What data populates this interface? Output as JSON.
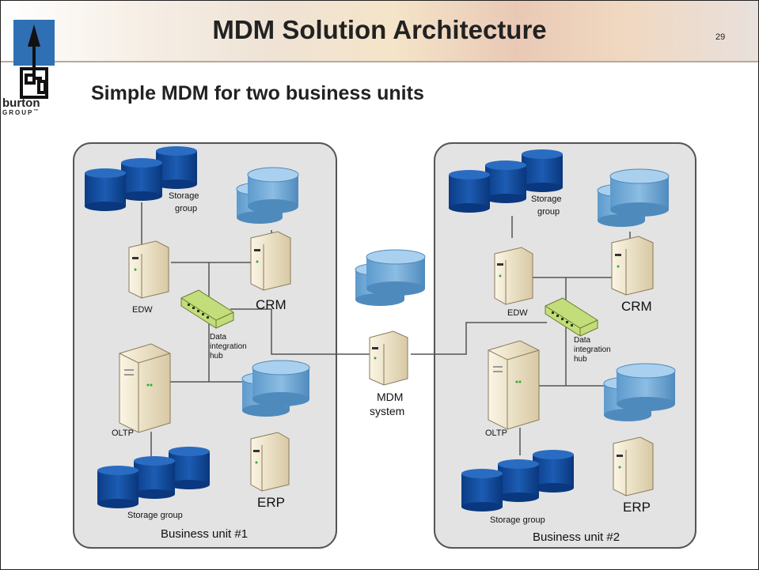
{
  "slide": {
    "title": "MDM Solution Architecture",
    "page_number": "29",
    "subtitle": "Simple MDM for two business units"
  },
  "logo": {
    "word": "burton",
    "sub": "GROUP",
    "tm": "™"
  },
  "diagram": {
    "unit1": {
      "caption": "Business unit #1",
      "storage_top": "Storage group",
      "storage_top_line1": "Storage",
      "storage_top_line2": "group",
      "edw": "EDW",
      "crm": "CRM",
      "hub_line1": "Data",
      "hub_line2": "integration",
      "hub_line3": "hub",
      "oltp": "OLTP",
      "erp": "ERP",
      "storage_bottom": "Storage group"
    },
    "unit2": {
      "caption": "Business unit #2",
      "storage_top_line1": "Storage",
      "storage_top_line2": "group",
      "edw": "EDW",
      "crm": "CRM",
      "hub_line1": "Data",
      "hub_line2": "integration",
      "hub_line3": "hub",
      "oltp": "OLTP",
      "erp": "ERP",
      "storage_bottom": "Storage group"
    },
    "mdm_line1": "MDM",
    "mdm_line2": "system"
  },
  "colors": {
    "storage_dark": "#0f4a9e",
    "db_light": "#6ea8d6",
    "server": "#f0e6cf",
    "hub": "#c2dd7a",
    "unit_panel": "#e3e3e3"
  }
}
